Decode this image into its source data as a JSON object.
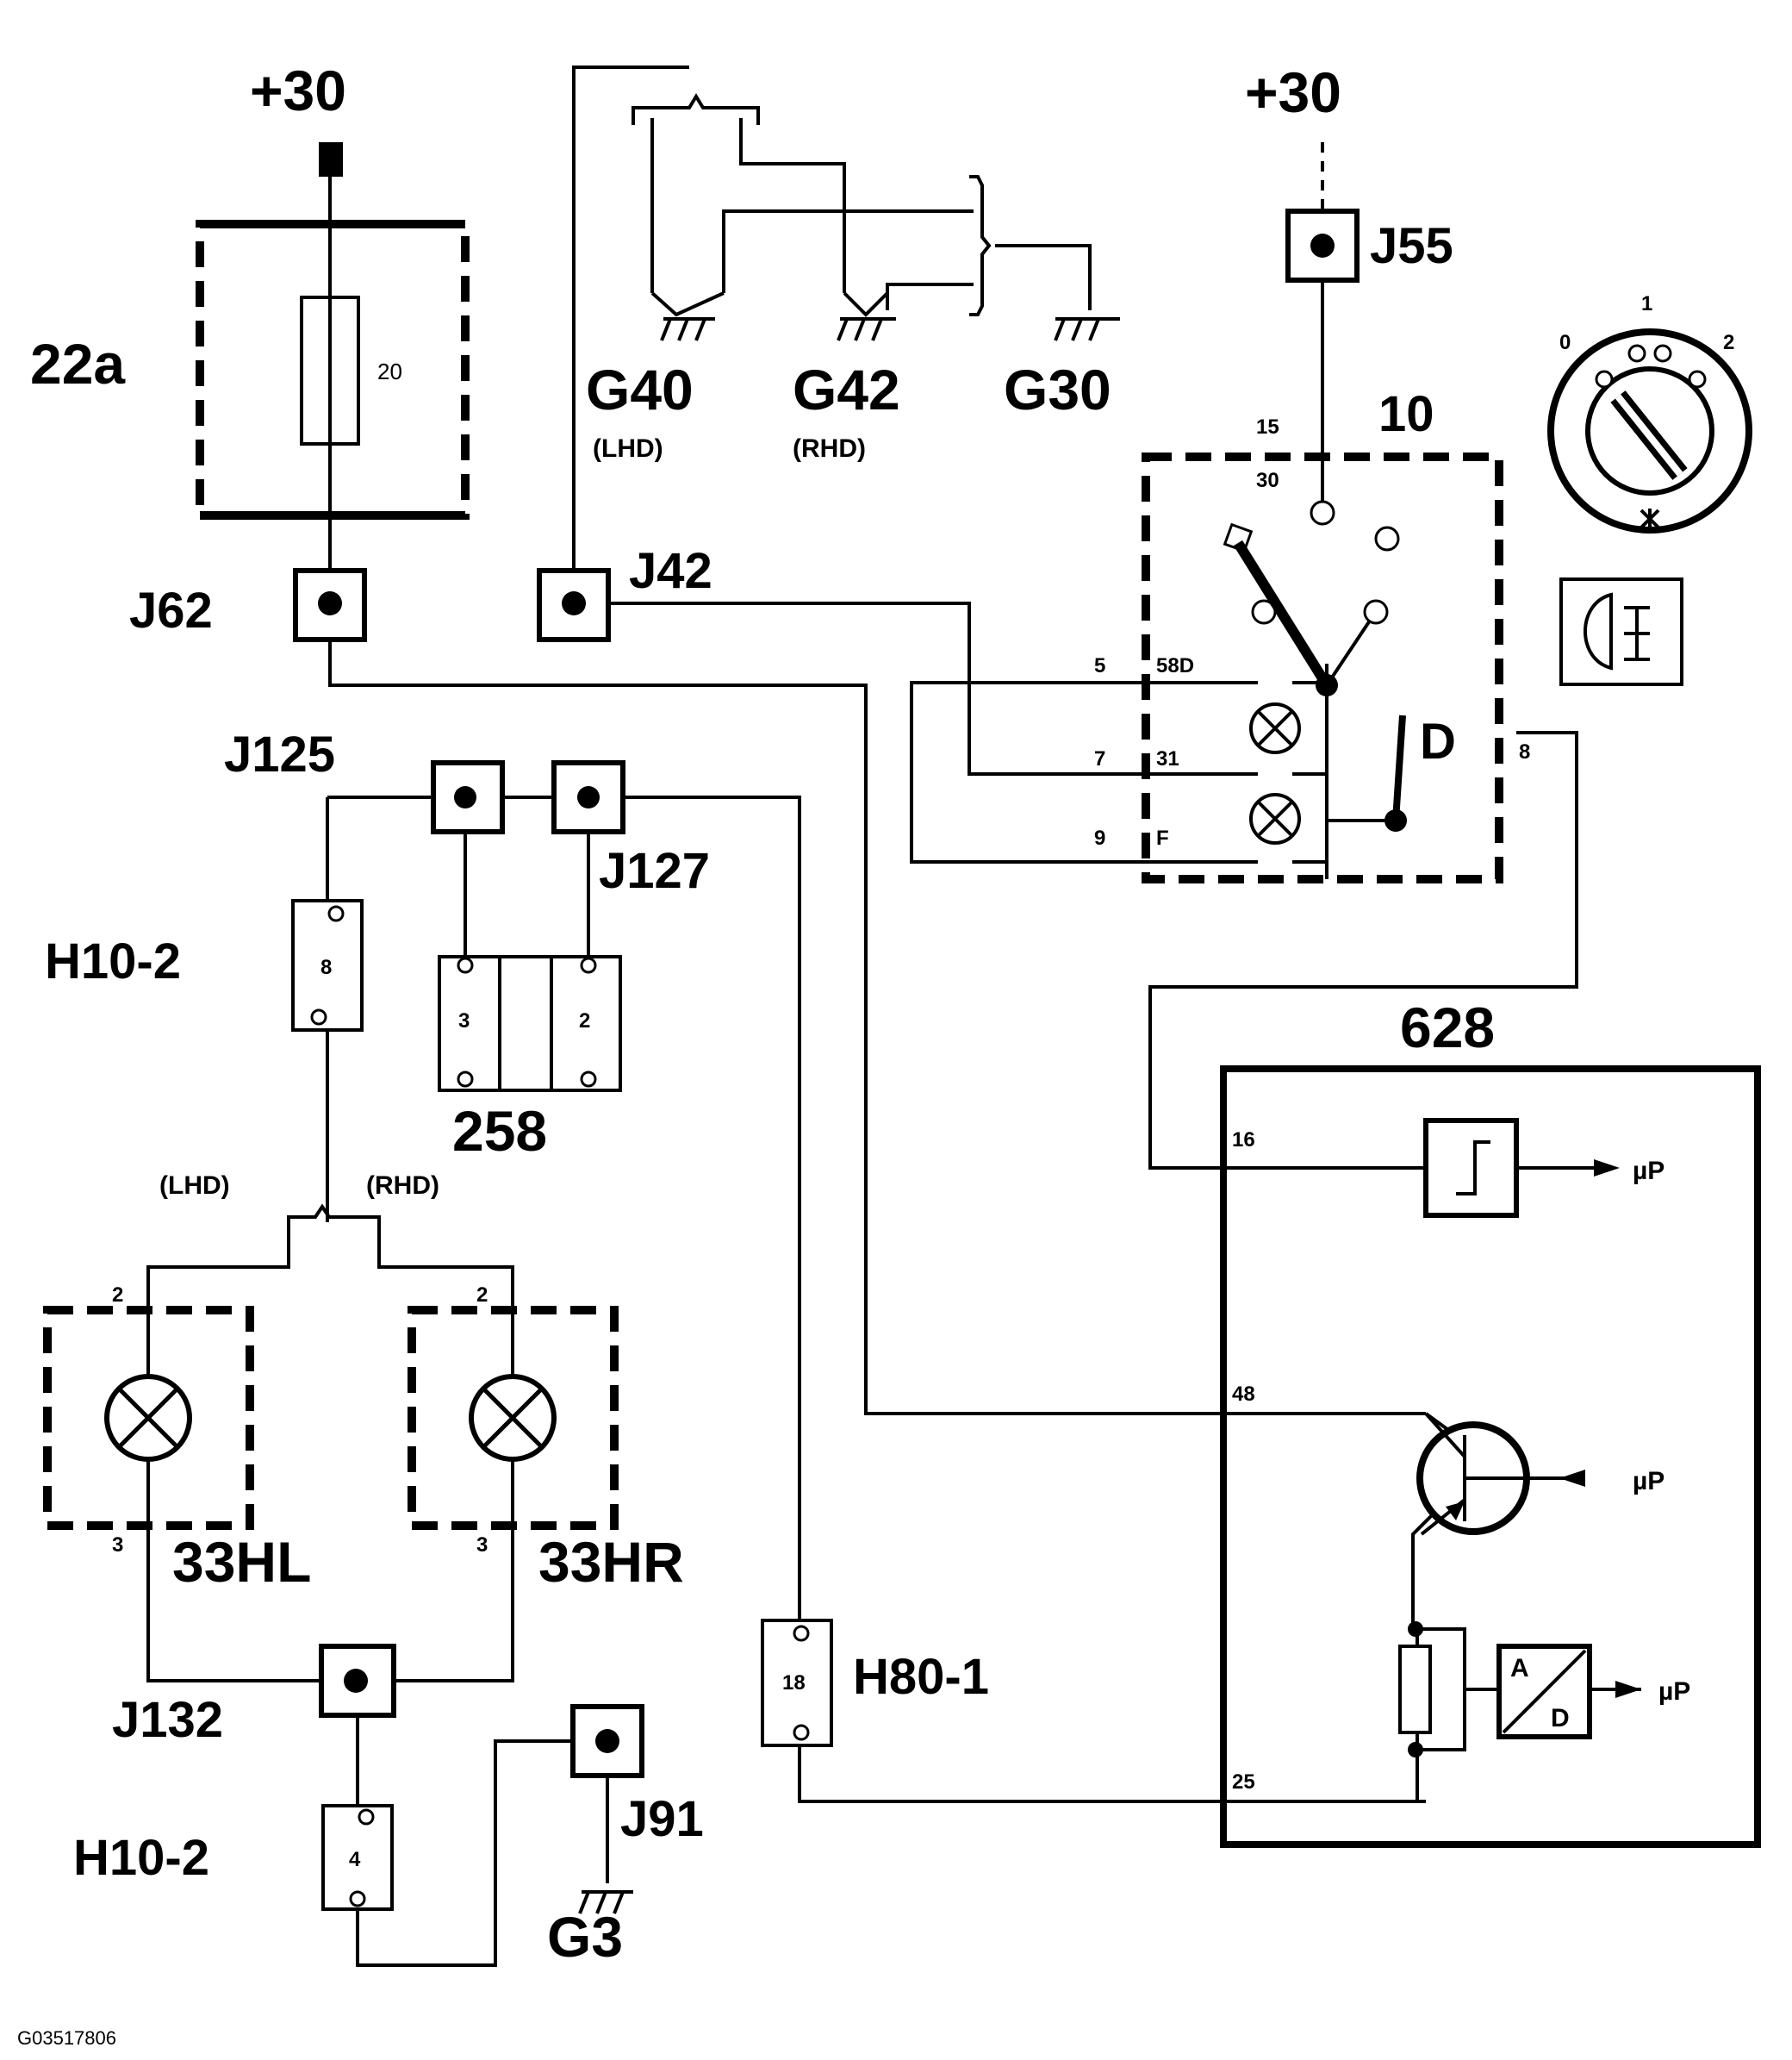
{
  "figure_id": "G03517806",
  "supply": {
    "left": "+30",
    "right": "+30"
  },
  "fuse": {
    "component": "22a",
    "rating": "20"
  },
  "junctions": {
    "j62": "J62",
    "j42": "J42",
    "j55": "J55",
    "j125": "J125",
    "j127": "J127",
    "j132": "J132",
    "j91": "J91"
  },
  "grounds": {
    "g40": "G40",
    "g40_note": "(LHD)",
    "g42": "G42",
    "g42_note": "(RHD)",
    "g30": "G30",
    "g3": "G3"
  },
  "switch": {
    "component": "10",
    "pins": {
      "p15": "15",
      "p30": "30",
      "p5": "5",
      "p58d": "58D",
      "p7": "7",
      "p31": "31",
      "p9": "9",
      "pf": "F",
      "p8": "8"
    },
    "knob": {
      "pos0": "0",
      "pos1": "1",
      "pos2": "2"
    }
  },
  "connectors": {
    "h10_2_upper": {
      "name": "H10-2",
      "pin": "8"
    },
    "h10_2_lower": {
      "name": "H10-2",
      "pin": "4"
    },
    "h80_1": {
      "name": "H80-1",
      "pin": "18"
    },
    "c258": {
      "name": "258",
      "pin_a": "3",
      "pin_b": "2"
    }
  },
  "variant_notes": {
    "lhd": "(LHD)",
    "rhd": "(RHD)"
  },
  "lamps": {
    "left": {
      "name": "33HL",
      "pin_top": "2",
      "pin_bottom": "3"
    },
    "right": {
      "name": "33HR",
      "pin_top": "2",
      "pin_bottom": "3"
    }
  },
  "module": {
    "component": "628",
    "pins": {
      "p16": "16",
      "p48": "48",
      "p25": "25"
    },
    "outputs": {
      "o1": "µP",
      "o2": "µP",
      "o3": "µP"
    },
    "adc_label": "A/D"
  }
}
